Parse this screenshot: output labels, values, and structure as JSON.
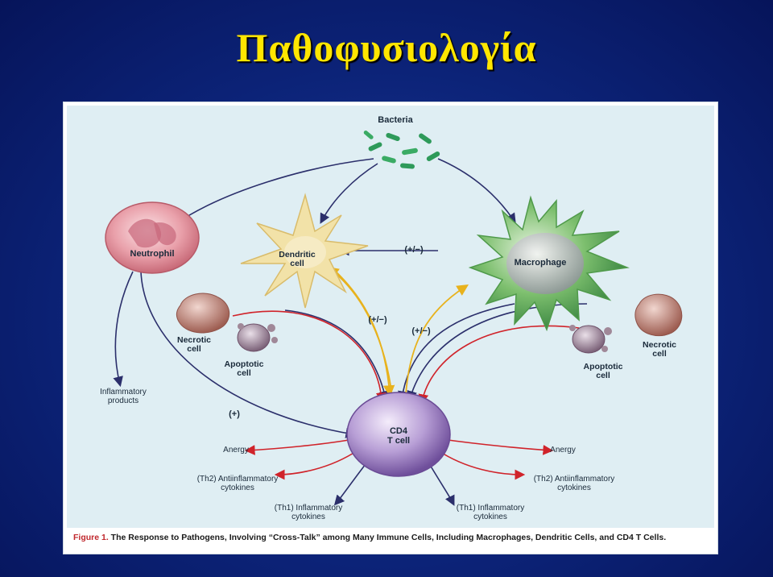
{
  "slide": {
    "title": "Παθοφυσιολογία"
  },
  "figure": {
    "labels": {
      "bacteria": "Bacteria",
      "neutrophil": "Neutrophil",
      "dendritic_line1": "Dendritic",
      "dendritic_line2": "cell",
      "macrophage": "Macrophage",
      "necrotic_left_line1": "Necrotic",
      "necrotic_left_line2": "cell",
      "apoptotic_left_line1": "Apoptotic",
      "apoptotic_left_line2": "cell",
      "necrotic_right_line1": "Necrotic",
      "necrotic_right_line2": "cell",
      "apoptotic_right_line1": "Apoptotic",
      "apoptotic_right_line2": "cell",
      "inflammatory_line1": "Inflammatory",
      "inflammatory_line2": "products",
      "cd4_line1": "CD4",
      "cd4_line2": "T cell",
      "pm_dc_mac": "(+/−)",
      "pm_dc_t": "(+/−)",
      "pm_mac_t": "(+/−)",
      "plus_neut_t": "(+)",
      "anergy_left": "Anergy",
      "anergy_right": "Anergy",
      "th2_left_line1": "(Th2) Antiinflammatory",
      "th2_left_line2": "cytokines",
      "th2_right_line1": "(Th2) Antiinflammatory",
      "th2_right_line2": "cytokines",
      "th1_left_line1": "(Th1) Inflammatory",
      "th1_left_line2": "cytokines",
      "th1_right_line1": "(Th1) Inflammatory",
      "th1_right_line2": "cytokines"
    },
    "caption_number": "Figure 1.",
    "caption_text": " The Response to Pathogens, Involving “Cross-Talk” among Many Immune Cells, Including Macrophages, Dendritic Cells, and CD4 T Cells."
  },
  "colors": {
    "slide_background": "#0c2378",
    "title": "#ffe600",
    "figure_panel": "#dfeef3",
    "arrow_dark": "#2b2f6b",
    "arrow_red": "#d0232a",
    "arrow_yellow": "#e8b21c",
    "bacteria": "#2e9a5a",
    "neutrophil": "#e9a0aa",
    "dendritic": "#f2e2a8",
    "macrophage": "#7dbf6e",
    "necrotic": "#b57a6e",
    "apoptotic": "#a08898",
    "tcell": "#b89fd6",
    "caption_number": "#c0282d"
  }
}
